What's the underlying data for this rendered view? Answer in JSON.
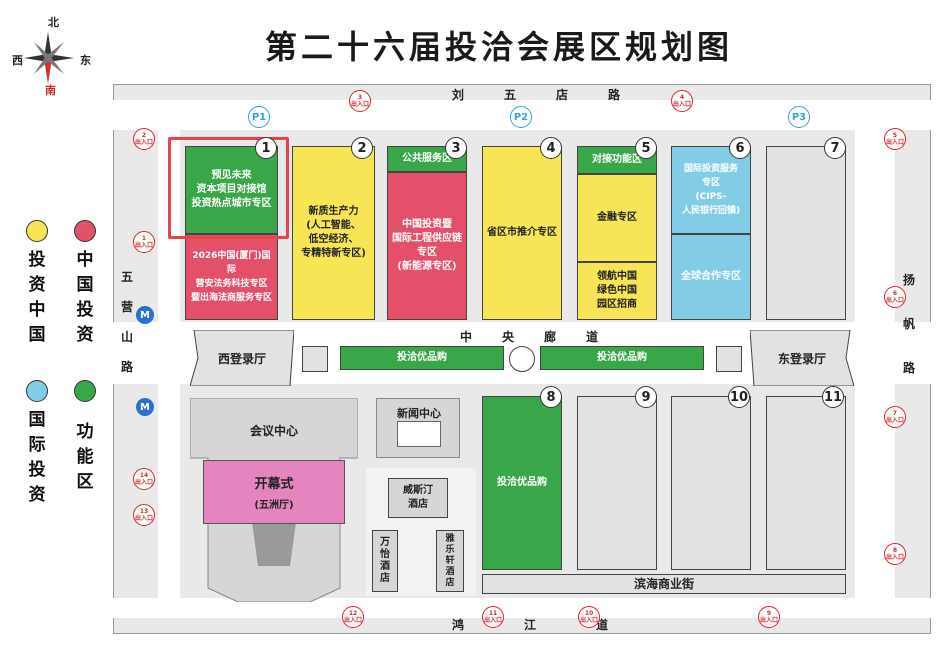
{
  "title": "第二十六届投洽会展区规划图",
  "compass": {
    "north": "北",
    "south": "南",
    "west": "西",
    "east": "东"
  },
  "legend": [
    {
      "label": "投资中国",
      "color": "#f7e556"
    },
    {
      "label": "中国投资",
      "color": "#e44f6a"
    },
    {
      "label": "国际投资",
      "color": "#82cde5"
    },
    {
      "label": "功能区",
      "color": "#3aa64a"
    }
  ],
  "roads": {
    "north": "刘五店路",
    "south": "鸿江道",
    "west": "五营山路",
    "east": "扬帆路",
    "central": "中央廊道",
    "commercial": "滨海商业街"
  },
  "parking": [
    "P1",
    "P2",
    "P3"
  ],
  "gate_label": "出入口",
  "gates": [
    "1",
    "2",
    "3",
    "4",
    "5",
    "6",
    "7",
    "8",
    "9",
    "10",
    "11",
    "12",
    "13",
    "14"
  ],
  "halls": {
    "h1": {
      "num": "1",
      "green": "预见未来\n资本项目对接馆\n投资热点城市专区",
      "red": "2026中国(厦门)国际\n营安法务科技专区\n暨出海法商服务专区"
    },
    "h2": {
      "num": "2",
      "text": "新质生产力\n(人工智能、\n低空经济、\n专精特新专区)"
    },
    "h3": {
      "num": "3",
      "top": "公共服务区",
      "text": "中国投资暨\n国际工程供应链\n专区\n(新能源专区)"
    },
    "h4": {
      "num": "4",
      "text": "省区市推介专区"
    },
    "h5": {
      "num": "5",
      "top": "对接功能区",
      "mid": "金融专区",
      "bot": "领航中国\n绿色中国\n园区招商"
    },
    "h6": {
      "num": "6",
      "top": "国际投资服务\n专区\n(CIPS-\n人民银行回镇)",
      "bot": "全球合作专区"
    },
    "h7": {
      "num": "7"
    },
    "h8": {
      "num": "8",
      "text": "投洽优品购"
    },
    "h9": {
      "num": "9"
    },
    "h10": {
      "num": "10"
    },
    "h11": {
      "num": "11"
    }
  },
  "corridor_shops": [
    "投洽优品购",
    "投洽优品购"
  ],
  "west_hall": "西登录厅",
  "east_hall": "东登录厅",
  "press_center": "新闻中心",
  "conference_center": "会议中心",
  "opening": {
    "title": "开幕式",
    "sub": "(五洲厅)"
  },
  "hotels": {
    "westin": "威斯汀\n酒店",
    "marriott": "万\n怡\n酒\n店",
    "yaduo": "雅\n乐\n轩\n酒\n店"
  }
}
